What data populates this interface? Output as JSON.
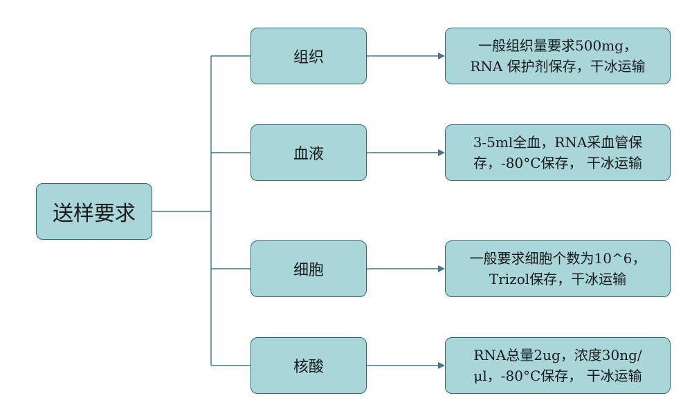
{
  "root": {
    "label": "送样要求"
  },
  "branches": [
    {
      "label": "组织",
      "requirement": [
        "一般组织量要求500mg，",
        "RNA 保护剂保存，干冰运输"
      ]
    },
    {
      "label": "血液",
      "requirement": [
        "3-5ml全血，RNA采血管保",
        "存，-80°C保存， 干冰运输"
      ]
    },
    {
      "label": "细胞",
      "requirement": [
        "一般要求细胞个数为10^6，",
        "Trizol保存，干冰运输"
      ]
    },
    {
      "label": "核酸",
      "requirement": [
        "RNA总量2ug，浓度30ng/",
        "μl，-80°C保存， 干冰运输"
      ]
    }
  ],
  "colors": {
    "box_fill": "#a8d6d9",
    "box_border": "#2d6476",
    "connector": "#3d7b8c"
  }
}
